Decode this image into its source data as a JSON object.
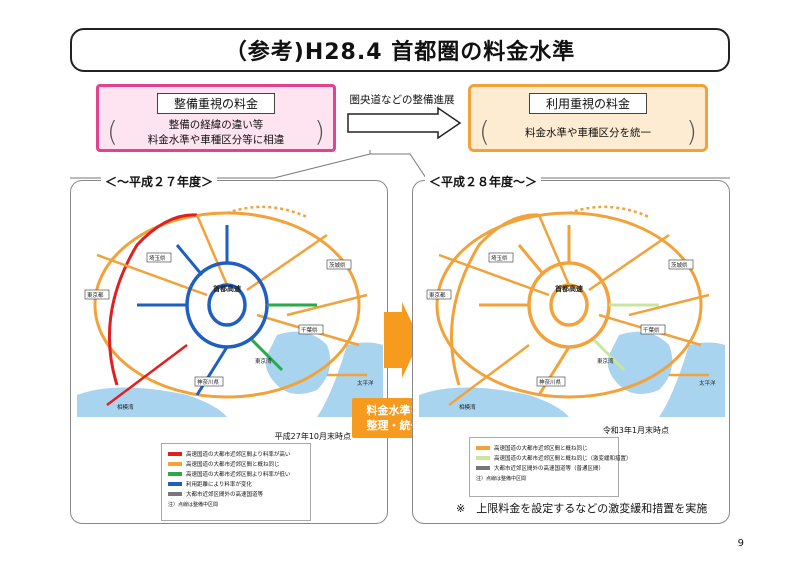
{
  "title": "（参考)H28.4 首都圏の料金水準",
  "policy_left": {
    "label": "整備重視の料金",
    "desc_line1": "整備の経緯の違い等",
    "desc_line2": "料金水準や車種区分等に相違",
    "border_color": "#e3428e",
    "fill_color": "#fde4f0"
  },
  "progress_text": "圏央道などの整備進展",
  "policy_right": {
    "label": "利用重視の料金",
    "desc_line1": "料金水準や車種区分を統一",
    "border_color": "#f2a23a",
    "fill_color": "#fdebd2"
  },
  "panel_left": {
    "title": "＜～平成２７年度＞",
    "timestamp": "平成27年10月末時点",
    "map_labels": {
      "saitama": "埼玉県",
      "tokyo": "東京都",
      "ibaraki": "茨城県",
      "chiba": "千葉県",
      "kanagawa": "神奈川県",
      "shuto": "首都高速",
      "tokyo_bay": "東京湾",
      "pacific": "太平洋",
      "sagami_bay": "相模湾"
    },
    "legend": [
      {
        "label": "高速国道の大都市近郊区間より料率が高い",
        "color": "#e02020"
      },
      {
        "label": "高速国道の大都市近郊区間と概ね同じ",
        "color": "#f2a23a"
      },
      {
        "label": "高速国道の大都市近郊区間より料率が低い",
        "color": "#2aa84a"
      },
      {
        "label": "利用距離により料率が変化",
        "color": "#1f5fc0"
      },
      {
        "label": "大都市近郊区間外の高速国道等",
        "color": "#777777"
      }
    ],
    "legend_note": "注）点線は整備中区間"
  },
  "panel_right": {
    "title": "＜平成２８年度～＞",
    "timestamp": "令和3年1月末時点",
    "map_labels": {
      "saitama": "埼玉県",
      "tokyo": "東京都",
      "ibaraki": "茨城県",
      "chiba": "千葉県",
      "kanagawa": "神奈川県",
      "shuto": "首都高速",
      "tokyo_bay": "東京湾",
      "pacific": "太平洋",
      "sagami_bay": "相模湾"
    },
    "legend": [
      {
        "label": "高速国道の大都市近郊区間と概ね同じ",
        "color": "#f2a23a"
      },
      {
        "label": "高速国道の大都市近郊区間と概ね同じ（激変緩和措置）",
        "color": "#c8e6a0"
      },
      {
        "label": "大都市近郊区間外の高速国道等（普通区間）",
        "color": "#777777"
      }
    ],
    "legend_note": "注）点線は整備中区間"
  },
  "unify_label": {
    "line1": "料金水準を",
    "line2": "整理・統一",
    "color": "#f79b1e"
  },
  "note": "※　上限料金を設定するなどの激変緩和措置を実施",
  "page_number": "9"
}
